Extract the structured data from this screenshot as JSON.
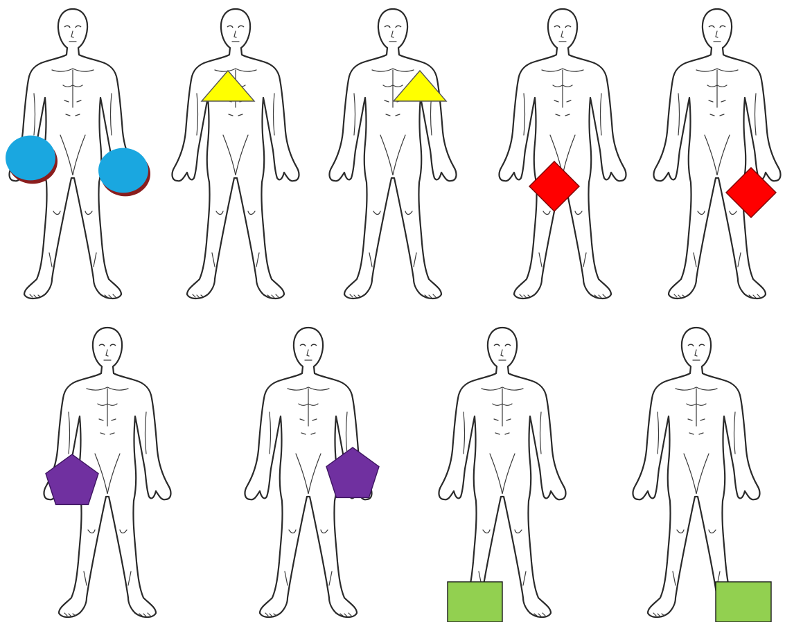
{
  "colors": {
    "background": "#ffffff",
    "outline": "#2a2a2a",
    "circle": "#1aa7e0",
    "circle_shadow": "#8a1d1d",
    "triangle": "#ffff00",
    "diamond": "#ff0000",
    "pentagon": "#7030a0",
    "square": "#92d050"
  },
  "figures": [
    {
      "markers": [
        {
          "shape": "circle",
          "body_part": "right-hand"
        },
        {
          "shape": "circle",
          "body_part": "left-hand"
        }
      ]
    },
    {
      "markers": [
        {
          "shape": "triangle",
          "body_part": "right-shoulder"
        }
      ]
    },
    {
      "markers": [
        {
          "shape": "triangle",
          "body_part": "left-shoulder"
        }
      ]
    },
    {
      "markers": [
        {
          "shape": "diamond",
          "body_part": "right-thigh"
        }
      ]
    },
    {
      "markers": [
        {
          "shape": "diamond",
          "body_part": "left-thigh"
        }
      ]
    },
    {
      "markers": [
        {
          "shape": "pentagon",
          "body_part": "right-hand"
        }
      ]
    },
    {
      "markers": [
        {
          "shape": "pentagon",
          "body_part": "left-hand"
        }
      ]
    },
    {
      "markers": [
        {
          "shape": "square",
          "body_part": "right-foot"
        }
      ]
    },
    {
      "markers": [
        {
          "shape": "square",
          "body_part": "left-foot"
        }
      ]
    }
  ]
}
